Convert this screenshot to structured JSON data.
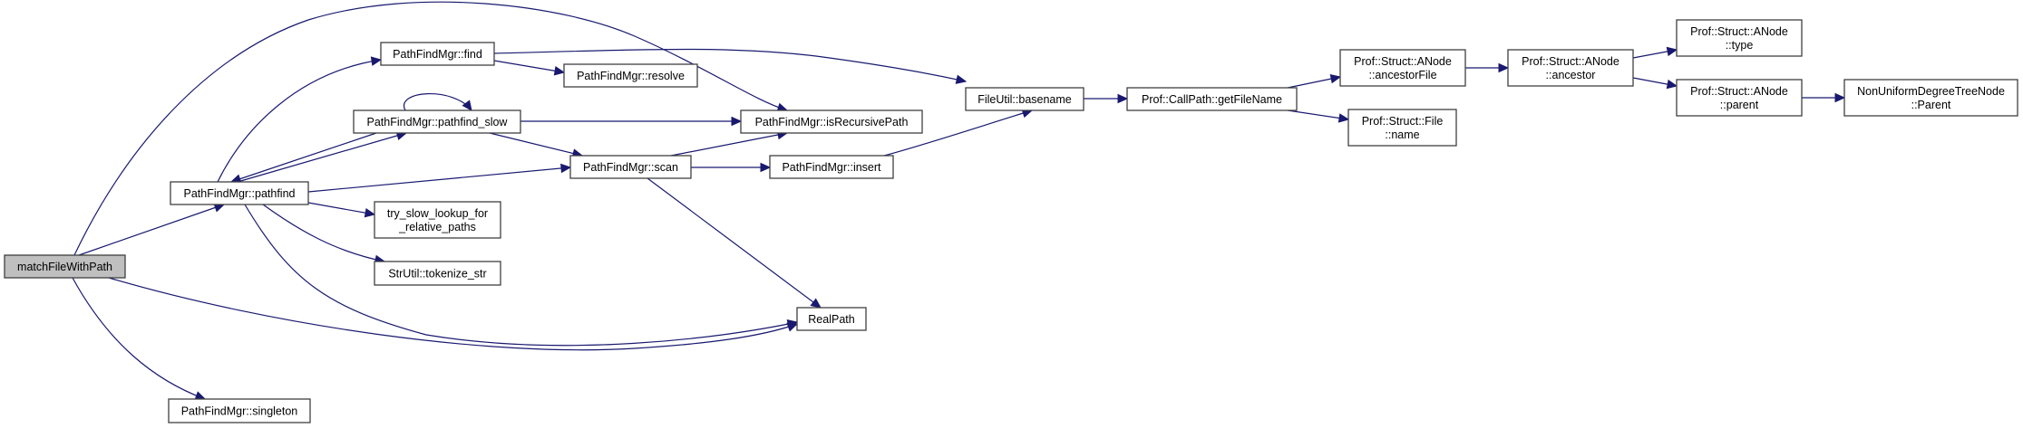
{
  "graph": {
    "type": "call-graph",
    "root": "matchFileWithPath",
    "colors": {
      "edge": "#191970",
      "root_fill": "#bfbfbf",
      "node_fill": "#ffffff",
      "node_border": "#404040"
    },
    "nodes": [
      {
        "id": "matchFileWithPath",
        "lines": [
          "matchFileWithPath"
        ],
        "root": true
      },
      {
        "id": "pathfind",
        "lines": [
          "PathFindMgr::pathfind"
        ]
      },
      {
        "id": "singleton",
        "lines": [
          "PathFindMgr::singleton"
        ]
      },
      {
        "id": "find",
        "lines": [
          "PathFindMgr::find"
        ]
      },
      {
        "id": "pathfind_slow",
        "lines": [
          "PathFindMgr::pathfind_slow"
        ]
      },
      {
        "id": "try_slow",
        "lines": [
          "try_slow_lookup_for",
          "_relative_paths"
        ]
      },
      {
        "id": "tokenize",
        "lines": [
          "StrUtil::tokenize_str"
        ]
      },
      {
        "id": "resolve",
        "lines": [
          "PathFindMgr::resolve"
        ]
      },
      {
        "id": "isRecursivePath",
        "lines": [
          "PathFindMgr::isRecursivePath"
        ]
      },
      {
        "id": "scan",
        "lines": [
          "PathFindMgr::scan"
        ]
      },
      {
        "id": "insert",
        "lines": [
          "PathFindMgr::insert"
        ]
      },
      {
        "id": "RealPath",
        "lines": [
          "RealPath"
        ]
      },
      {
        "id": "basename",
        "lines": [
          "FileUtil::basename"
        ]
      },
      {
        "id": "getFileName",
        "lines": [
          "Prof::CallPath::getFileName"
        ]
      },
      {
        "id": "ancestorFile",
        "lines": [
          "Prof::Struct::ANode",
          "::ancestorFile"
        ]
      },
      {
        "id": "fileName",
        "lines": [
          "Prof::Struct::File",
          "::name"
        ]
      },
      {
        "id": "ancestor",
        "lines": [
          "Prof::Struct::ANode",
          "::ancestor"
        ]
      },
      {
        "id": "type",
        "lines": [
          "Prof::Struct::ANode",
          "::type"
        ]
      },
      {
        "id": "parent",
        "lines": [
          "Prof::Struct::ANode",
          "::parent"
        ]
      },
      {
        "id": "NUParent",
        "lines": [
          "NonUniformDegreeTreeNode",
          "::Parent"
        ]
      }
    ],
    "edges": [
      {
        "from": "matchFileWithPath",
        "to": "isRecursivePath"
      },
      {
        "from": "matchFileWithPath",
        "to": "pathfind"
      },
      {
        "from": "matchFileWithPath",
        "to": "RealPath"
      },
      {
        "from": "matchFileWithPath",
        "to": "singleton"
      },
      {
        "from": "pathfind",
        "to": "find"
      },
      {
        "from": "pathfind",
        "to": "pathfind_slow"
      },
      {
        "from": "pathfind",
        "to": "scan"
      },
      {
        "from": "pathfind",
        "to": "try_slow"
      },
      {
        "from": "pathfind",
        "to": "tokenize"
      },
      {
        "from": "pathfind",
        "to": "RealPath"
      },
      {
        "from": "find",
        "to": "resolve"
      },
      {
        "from": "find",
        "to": "basename"
      },
      {
        "from": "pathfind_slow",
        "to": "pathfind_slow"
      },
      {
        "from": "pathfind_slow",
        "to": "pathfind"
      },
      {
        "from": "pathfind_slow",
        "to": "isRecursivePath"
      },
      {
        "from": "pathfind_slow",
        "to": "scan"
      },
      {
        "from": "scan",
        "to": "isRecursivePath"
      },
      {
        "from": "scan",
        "to": "insert"
      },
      {
        "from": "scan",
        "to": "RealPath"
      },
      {
        "from": "insert",
        "to": "basename"
      },
      {
        "from": "basename",
        "to": "getFileName"
      },
      {
        "from": "getFileName",
        "to": "ancestorFile"
      },
      {
        "from": "getFileName",
        "to": "fileName"
      },
      {
        "from": "ancestorFile",
        "to": "ancestor"
      },
      {
        "from": "ancestor",
        "to": "type"
      },
      {
        "from": "ancestor",
        "to": "parent"
      },
      {
        "from": "parent",
        "to": "NUParent"
      }
    ]
  }
}
